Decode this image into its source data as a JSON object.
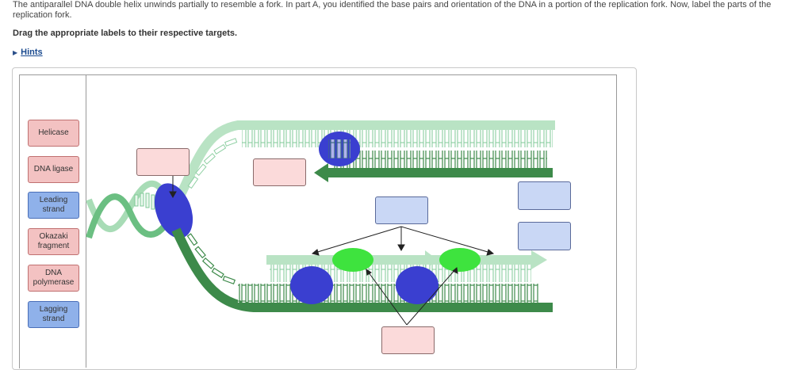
{
  "question": {
    "intro": "The antiparallel DNA double helix unwinds partially to resemble a fork. In part A, you identified the base pairs and orientation of the DNA in a portion of the replication fork. Now, label the parts of the replication fork.",
    "instruction": "Drag the appropriate labels to their respective targets.",
    "hints_label": "Hints"
  },
  "labels": [
    {
      "text": "Helicase",
      "color": "pink"
    },
    {
      "text": "DNA ligase",
      "color": "pink"
    },
    {
      "text": "Leading strand",
      "color": "blue"
    },
    {
      "text": "Okazaki fragment",
      "color": "pink"
    },
    {
      "text": "DNA polymerase",
      "color": "pink"
    },
    {
      "text": "Lagging strand",
      "color": "blue"
    }
  ],
  "colors": {
    "pink_tile": "#f3c2c2",
    "blue_tile": "#8fb1ea",
    "dark_green": "#3d8a4a",
    "light_green": "#b9e3c4",
    "enzyme_blue": "#3a3fd0",
    "enzyme_green": "#3ee33e"
  },
  "icons": {
    "hints_toggle": "triangle-right-icon"
  }
}
